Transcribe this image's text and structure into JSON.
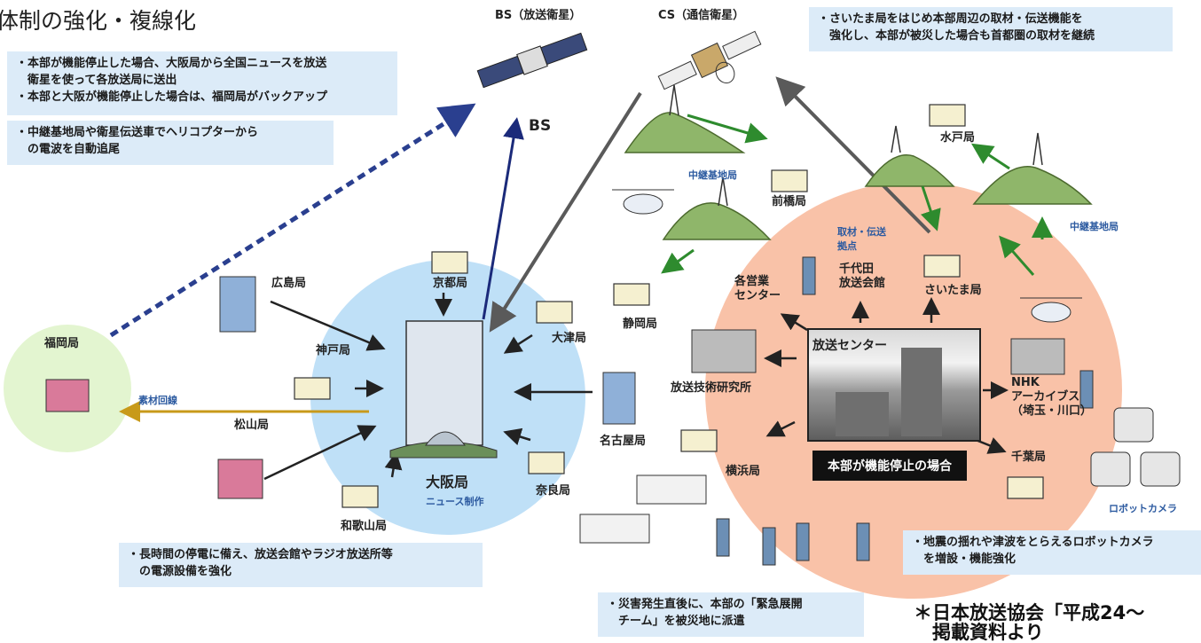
{
  "title": "体制の強化・複線化",
  "satellites": {
    "bs": "BS（放送衛星）",
    "cs": "CS（通信衛星）",
    "bs_arrow": "BS"
  },
  "notes": {
    "top_left_1": "・本部が機能停止した場合、大阪局から全国ニュースを放送\n　衛星を使って各放送局に送出\n・本部と大阪が機能停止した場合は、福岡局がバックアップ",
    "top_left_2": "・中継基地局や衛星伝送車でヘリコプターから\n　の電波を自動追尾",
    "top_right": "・さいたま局をはじめ本部周辺の取材・伝送機能を\n　強化し、本部が被災した場合も首都圏の取材を継続",
    "bottom_left": "・長時間の停電に備え、放送会館やラジオ放送所等\n　の電源設備を強化",
    "bottom_center": "・災害発生直後に、本部の「緊急展開\n　チーム」を被災地に派遣",
    "bottom_right": "・地震の揺れや津波をとらえるロボットカメラ\n　を増設・機能強化"
  },
  "stations": {
    "fukuoka": "福岡局",
    "hiroshima": "広島局",
    "kobe": "神戸局",
    "matsuyama": "松山局",
    "wakayama": "和歌山局",
    "kyoto": "京都局",
    "otsu": "大津局",
    "nagoya": "名古屋局",
    "nara": "奈良局",
    "osaka": "大阪局",
    "osaka_sub": "ニュース制作",
    "shizuoka": "静岡局",
    "maebashi": "前橋局",
    "mito": "水戸局",
    "saitama": "さいたま局",
    "chiba": "千葉局",
    "yokohama": "横浜局"
  },
  "relay": {
    "left": "中継基地局",
    "right": "中継基地局"
  },
  "link_label": "素材回線",
  "hub": {
    "center": "放送センター",
    "gathering": "取材・伝送\n拠点",
    "chiyoda": "千代田\n放送会館",
    "sales": "各営業\nセンター",
    "research": "放送技術研究所",
    "archives": "NHK\nアーカイブス\n（埼玉・川口）",
    "banner": "本部が機能停止の場合"
  },
  "robot_camera": "ロボットカメラ",
  "source": "＊日本放送協会「平成24〜\n　掲載資料より",
  "colors": {
    "osaka_circle": "#bfe0f7",
    "hq_circle": "#f9c2a8",
    "fukuoka_circle": "#e3f5d0",
    "note_bg": "#dcebf8",
    "green_arrow": "#2e8b2e",
    "gray_arrow": "#5a5a5a",
    "navy_arrow": "#1b2a7a",
    "gold_arrow": "#c89a1a"
  }
}
